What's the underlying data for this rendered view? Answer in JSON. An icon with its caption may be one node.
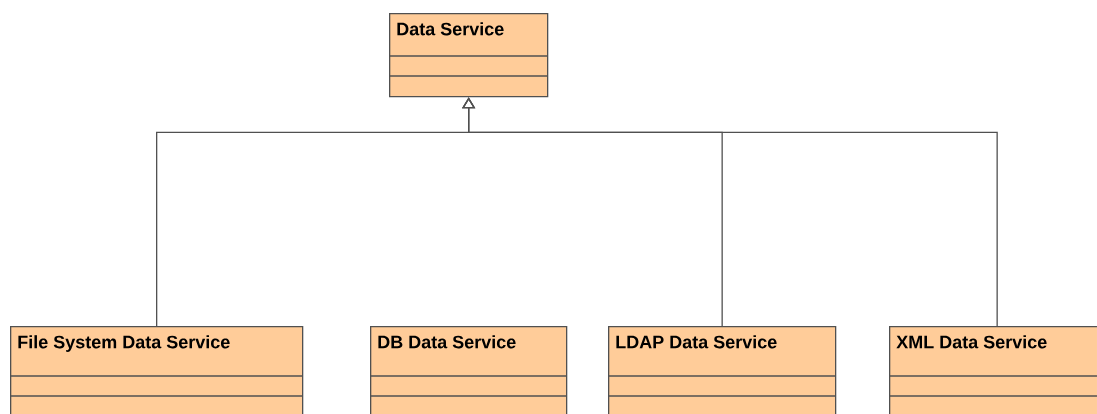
{
  "diagram": {
    "nodes": [
      {
        "text": [
          "Data Service"
        ]
      },
      {
        "text": [
          "File System Data Service"
        ]
      },
      {
        "text": [
          "DB Data Service"
        ]
      },
      {
        "text": [
          "LDAP Data Service"
        ]
      },
      {
        "text": [
          "XML Data Service"
        ]
      }
    ],
    "edges": [
      {
        "from": 1,
        "to": 0,
        "arrow": "to"
      },
      {
        "from": 3,
        "to": 0,
        "arrow": "to"
      },
      {
        "from": 4,
        "to": 0,
        "arrow": "to"
      }
    ]
  }
}
